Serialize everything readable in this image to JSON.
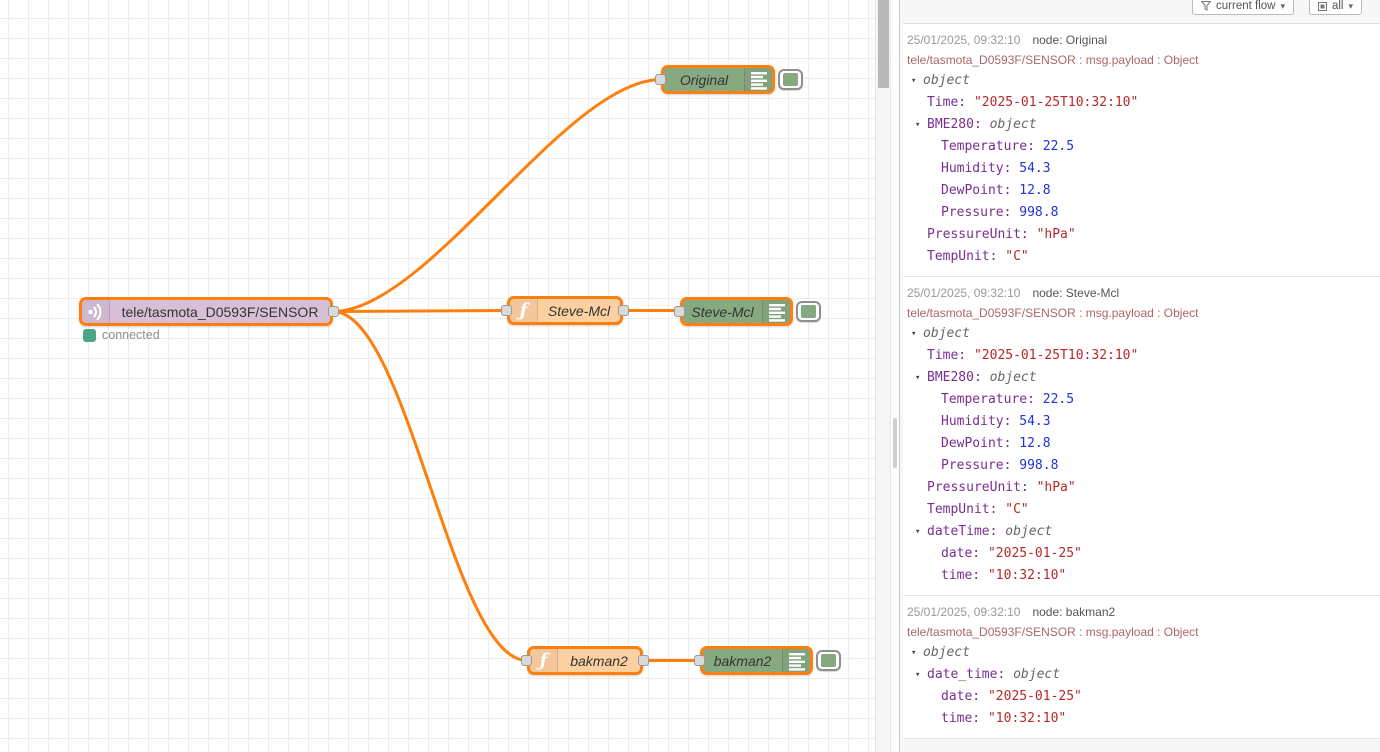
{
  "colors": {
    "selection_accent": "#ff7f0e",
    "mqtt_node": "#d8bfd8",
    "function_node": "#fdd0a2",
    "debug_node": "#87a980",
    "status_connected": "#4ca686",
    "debug_key": "#792e90",
    "debug_string": "#b72828",
    "debug_number": "#2033d6"
  },
  "flow": {
    "mqtt_node": {
      "label": "tele/tasmota_D0593F/SENSOR",
      "status": "connected",
      "icon": "mqtt-broadcast-icon"
    },
    "function_nodes": [
      {
        "label": "Steve-Mcl",
        "icon": "function-icon"
      },
      {
        "label": "bakman2",
        "icon": "function-icon"
      }
    ],
    "debug_nodes": [
      {
        "label": "Original",
        "icon": "debug-lines-icon"
      },
      {
        "label": "Steve-Mcl",
        "icon": "debug-lines-icon"
      },
      {
        "label": "bakman2",
        "icon": "debug-lines-icon"
      }
    ]
  },
  "debug_panel": {
    "filter_button": {
      "label": "current flow",
      "icon": "funnel-icon",
      "caret": "▾"
    },
    "scope_button": {
      "label": "all",
      "icon": "debug-scope-icon",
      "caret": "▾"
    },
    "messages": [
      {
        "timestamp": "25/01/2025, 09:32:10",
        "node": "node: Original",
        "meta": "tele/tasmota_D0593F/SENSOR : msg.payload : Object",
        "tree": [
          {
            "indent": 0,
            "expandable": true,
            "key": "",
            "value": "object",
            "type": "object"
          },
          {
            "indent": 1,
            "expandable": false,
            "key": "Time",
            "value": "\"2025-01-25T10:32:10\"",
            "type": "string"
          },
          {
            "indent": 1,
            "expandable": true,
            "key": "BME280",
            "value": "object",
            "type": "object"
          },
          {
            "indent": 2,
            "expandable": false,
            "key": "Temperature",
            "value": "22.5",
            "type": "number"
          },
          {
            "indent": 2,
            "expandable": false,
            "key": "Humidity",
            "value": "54.3",
            "type": "number"
          },
          {
            "indent": 2,
            "expandable": false,
            "key": "DewPoint",
            "value": "12.8",
            "type": "number"
          },
          {
            "indent": 2,
            "expandable": false,
            "key": "Pressure",
            "value": "998.8",
            "type": "number"
          },
          {
            "indent": 1,
            "expandable": false,
            "key": "PressureUnit",
            "value": "\"hPa\"",
            "type": "string"
          },
          {
            "indent": 1,
            "expandable": false,
            "key": "TempUnit",
            "value": "\"C\"",
            "type": "string"
          }
        ]
      },
      {
        "timestamp": "25/01/2025, 09:32:10",
        "node": "node: Steve-Mcl",
        "meta": "tele/tasmota_D0593F/SENSOR : msg.payload : Object",
        "tree": [
          {
            "indent": 0,
            "expandable": true,
            "key": "",
            "value": "object",
            "type": "object"
          },
          {
            "indent": 1,
            "expandable": false,
            "key": "Time",
            "value": "\"2025-01-25T10:32:10\"",
            "type": "string"
          },
          {
            "indent": 1,
            "expandable": true,
            "key": "BME280",
            "value": "object",
            "type": "object"
          },
          {
            "indent": 2,
            "expandable": false,
            "key": "Temperature",
            "value": "22.5",
            "type": "number"
          },
          {
            "indent": 2,
            "expandable": false,
            "key": "Humidity",
            "value": "54.3",
            "type": "number"
          },
          {
            "indent": 2,
            "expandable": false,
            "key": "DewPoint",
            "value": "12.8",
            "type": "number"
          },
          {
            "indent": 2,
            "expandable": false,
            "key": "Pressure",
            "value": "998.8",
            "type": "number"
          },
          {
            "indent": 1,
            "expandable": false,
            "key": "PressureUnit",
            "value": "\"hPa\"",
            "type": "string"
          },
          {
            "indent": 1,
            "expandable": false,
            "key": "TempUnit",
            "value": "\"C\"",
            "type": "string"
          },
          {
            "indent": 1,
            "expandable": true,
            "key": "dateTime",
            "value": "object",
            "type": "object"
          },
          {
            "indent": 2,
            "expandable": false,
            "key": "date",
            "value": "\"2025-01-25\"",
            "type": "string"
          },
          {
            "indent": 2,
            "expandable": false,
            "key": "time",
            "value": "\"10:32:10\"",
            "type": "string"
          }
        ]
      },
      {
        "timestamp": "25/01/2025, 09:32:10",
        "node": "node: bakman2",
        "meta": "tele/tasmota_D0593F/SENSOR : msg.payload : Object",
        "tree": [
          {
            "indent": 0,
            "expandable": true,
            "key": "",
            "value": "object",
            "type": "object"
          },
          {
            "indent": 1,
            "expandable": true,
            "key": "date_time",
            "value": "object",
            "type": "object"
          },
          {
            "indent": 2,
            "expandable": false,
            "key": "date",
            "value": "\"2025-01-25\"",
            "type": "string"
          },
          {
            "indent": 2,
            "expandable": false,
            "key": "time",
            "value": "\"10:32:10\"",
            "type": "string"
          }
        ]
      }
    ]
  }
}
